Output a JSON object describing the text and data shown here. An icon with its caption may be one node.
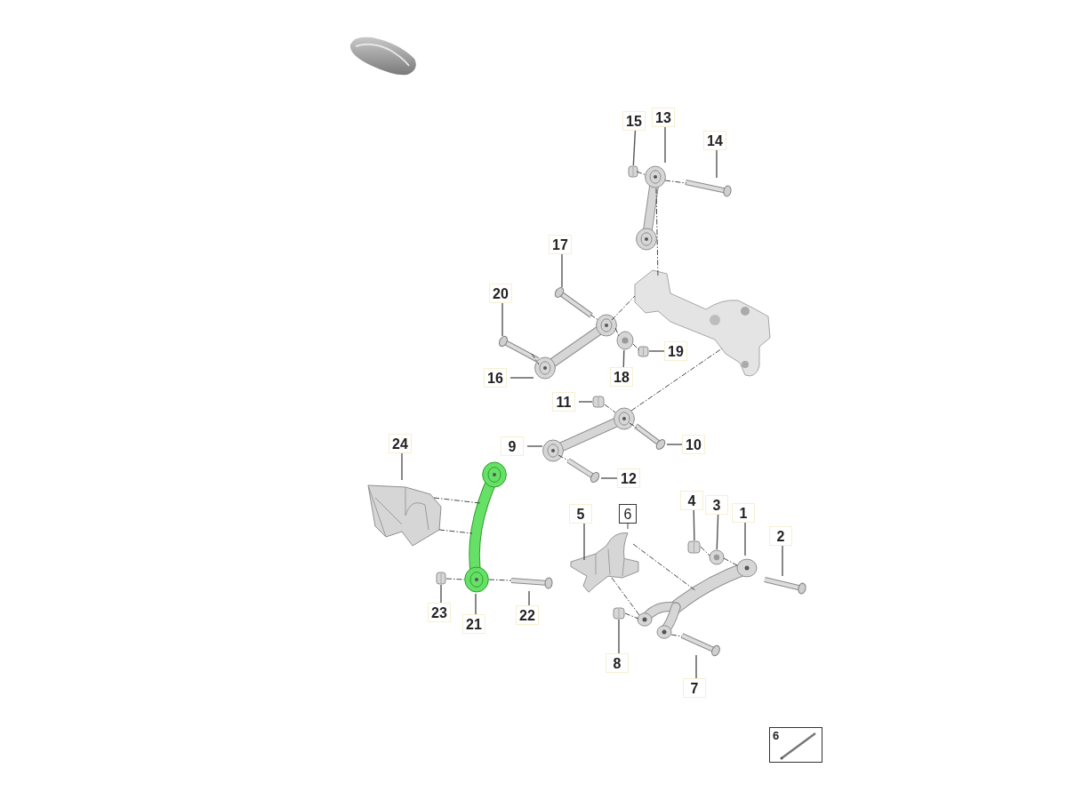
{
  "diagram": {
    "nodes": [
      {
        "text": [
          "1"
        ]
      },
      {
        "text": [
          "2"
        ]
      },
      {
        "text": [
          "3"
        ]
      },
      {
        "text": [
          "4"
        ]
      },
      {
        "text": [
          "5"
        ]
      },
      {
        "text": [
          "6"
        ]
      },
      {
        "text": [
          "7"
        ]
      },
      {
        "text": [
          "8"
        ]
      },
      {
        "text": [
          "9"
        ]
      },
      {
        "text": [
          "10"
        ]
      },
      {
        "text": [
          "11"
        ]
      },
      {
        "text": [
          "12"
        ]
      },
      {
        "text": [
          "13"
        ]
      },
      {
        "text": [
          "14"
        ]
      },
      {
        "text": [
          "15"
        ]
      },
      {
        "text": [
          "16"
        ]
      },
      {
        "text": [
          "17"
        ]
      },
      {
        "text": [
          "18"
        ]
      },
      {
        "text": [
          "19"
        ]
      },
      {
        "text": [
          "20"
        ]
      },
      {
        "text": [
          "21"
        ]
      },
      {
        "text": [
          "22"
        ]
      },
      {
        "text": [
          "23"
        ]
      },
      {
        "text": [
          "24"
        ]
      },
      {
        "text": [],
        "shape": "picture"
      },
      {
        "text": [],
        "shape": "picture"
      },
      {
        "text": [],
        "shape": "picture"
      },
      {
        "text": [],
        "shape": "picture"
      },
      {
        "text": [],
        "shape": "picture"
      },
      {
        "text": [],
        "shape": "picture"
      },
      {
        "text": [],
        "shape": "picture"
      },
      {
        "text": [],
        "shape": "picture"
      },
      {
        "text": [],
        "shape": "picture"
      },
      {
        "text": [],
        "shape": "picture"
      },
      {
        "text": [],
        "shape": "picture"
      },
      {
        "text": [],
        "shape": "picture"
      },
      {
        "text": [],
        "shape": "picture"
      },
      {
        "text": [],
        "shape": "picture"
      },
      {
        "text": [],
        "shape": "picture"
      },
      {
        "text": [],
        "shape": "picture"
      },
      {
        "text": [],
        "shape": "picture"
      },
      {
        "text": [],
        "shape": "picture"
      },
      {
        "text": [],
        "shape": "picture"
      },
      {
        "text": [],
        "shape": "picture"
      },
      {
        "text": [],
        "shape": "picture"
      },
      {
        "text": [],
        "shape": "picture"
      },
      {
        "text": [],
        "shape": "picture"
      },
      {
        "text": [],
        "shape": "picture"
      }
    ],
    "edges": [
      {
        "from": 0,
        "to": 24,
        "arrow": "none"
      },
      {
        "from": 1,
        "to": 25,
        "arrow": "none"
      },
      {
        "from": 2,
        "to": 26,
        "arrow": "none"
      },
      {
        "from": 3,
        "to": 27,
        "arrow": "none"
      },
      {
        "from": 4,
        "to": 28,
        "arrow": "none"
      },
      {
        "from": 5,
        "to": 28,
        "arrow": "none",
        "style": "dashed"
      },
      {
        "from": 6,
        "to": 29,
        "arrow": "none"
      },
      {
        "from": 7,
        "to": 30,
        "arrow": "none"
      },
      {
        "from": 8,
        "to": 31,
        "arrow": "none"
      },
      {
        "from": 9,
        "to": 32,
        "arrow": "none"
      },
      {
        "from": 10,
        "to": 33,
        "arrow": "none"
      },
      {
        "from": 11,
        "to": 34,
        "arrow": "none"
      },
      {
        "from": 12,
        "to": 35,
        "arrow": "none"
      },
      {
        "from": 13,
        "to": 36,
        "arrow": "none"
      },
      {
        "from": 14,
        "to": 37,
        "arrow": "none"
      },
      {
        "from": 15,
        "to": 38,
        "arrow": "none"
      },
      {
        "from": 16,
        "to": 39,
        "arrow": "none"
      },
      {
        "from": 17,
        "to": 40,
        "arrow": "none"
      },
      {
        "from": 18,
        "to": 41,
        "arrow": "none"
      },
      {
        "from": 19,
        "to": 42,
        "arrow": "none"
      },
      {
        "from": 20,
        "to": 43,
        "arrow": "none"
      },
      {
        "from": 21,
        "to": 44,
        "arrow": "none"
      },
      {
        "from": 22,
        "to": 45,
        "arrow": "none"
      },
      {
        "from": 23,
        "to": 46,
        "arrow": "none"
      },
      {
        "from": 37,
        "to": 35,
        "arrow": "none",
        "style": "dashed"
      },
      {
        "from": 35,
        "to": 36,
        "arrow": "none",
        "style": "dashed"
      },
      {
        "from": 35,
        "to": 47,
        "arrow": "none",
        "style": "dashed"
      },
      {
        "from": 39,
        "to": 38,
        "arrow": "none",
        "style": "dashed"
      },
      {
        "from": 38,
        "to": 40,
        "arrow": "none",
        "style": "dashed"
      },
      {
        "from": 40,
        "to": 41,
        "arrow": "none",
        "style": "dashed"
      },
      {
        "from": 38,
        "to": 47,
        "arrow": "none",
        "style": "dashed"
      },
      {
        "from": 42,
        "to": 38,
        "arrow": "none",
        "style": "dashed"
      },
      {
        "from": 33,
        "to": 31,
        "arrow": "none",
        "style": "dashed"
      },
      {
        "from": 31,
        "to": 32,
        "arrow": "none",
        "style": "dashed"
      },
      {
        "from": 31,
        "to": 47,
        "arrow": "none",
        "style": "dashed"
      },
      {
        "from": 31,
        "to": 34,
        "arrow": "none",
        "style": "dashed"
      },
      {
        "from": 46,
        "to": 43,
        "arrow": "none",
        "style": "dashed"
      },
      {
        "from": 46,
        "to": 43,
        "arrow": "none",
        "style": "dashed"
      },
      {
        "from": 45,
        "to": 43,
        "arrow": "none",
        "style": "dashed"
      },
      {
        "from": 43,
        "to": 44,
        "arrow": "none",
        "style": "dashed"
      },
      {
        "from": 27,
        "to": 26,
        "arrow": "none",
        "style": "dashed"
      },
      {
        "from": 26,
        "to": 24,
        "arrow": "none",
        "style": "dashed"
      },
      {
        "from": 28,
        "to": 24,
        "arrow": "none",
        "style": "dashed"
      },
      {
        "from": 28,
        "to": 24,
        "arrow": "none",
        "style": "dashed"
      },
      {
        "from": 30,
        "to": 24,
        "arrow": "none",
        "style": "dashed"
      },
      {
        "from": 24,
        "to": 29,
        "arrow": "none",
        "style": "dashed"
      }
    ],
    "legend": [
      {
        "text": "6"
      }
    ]
  }
}
